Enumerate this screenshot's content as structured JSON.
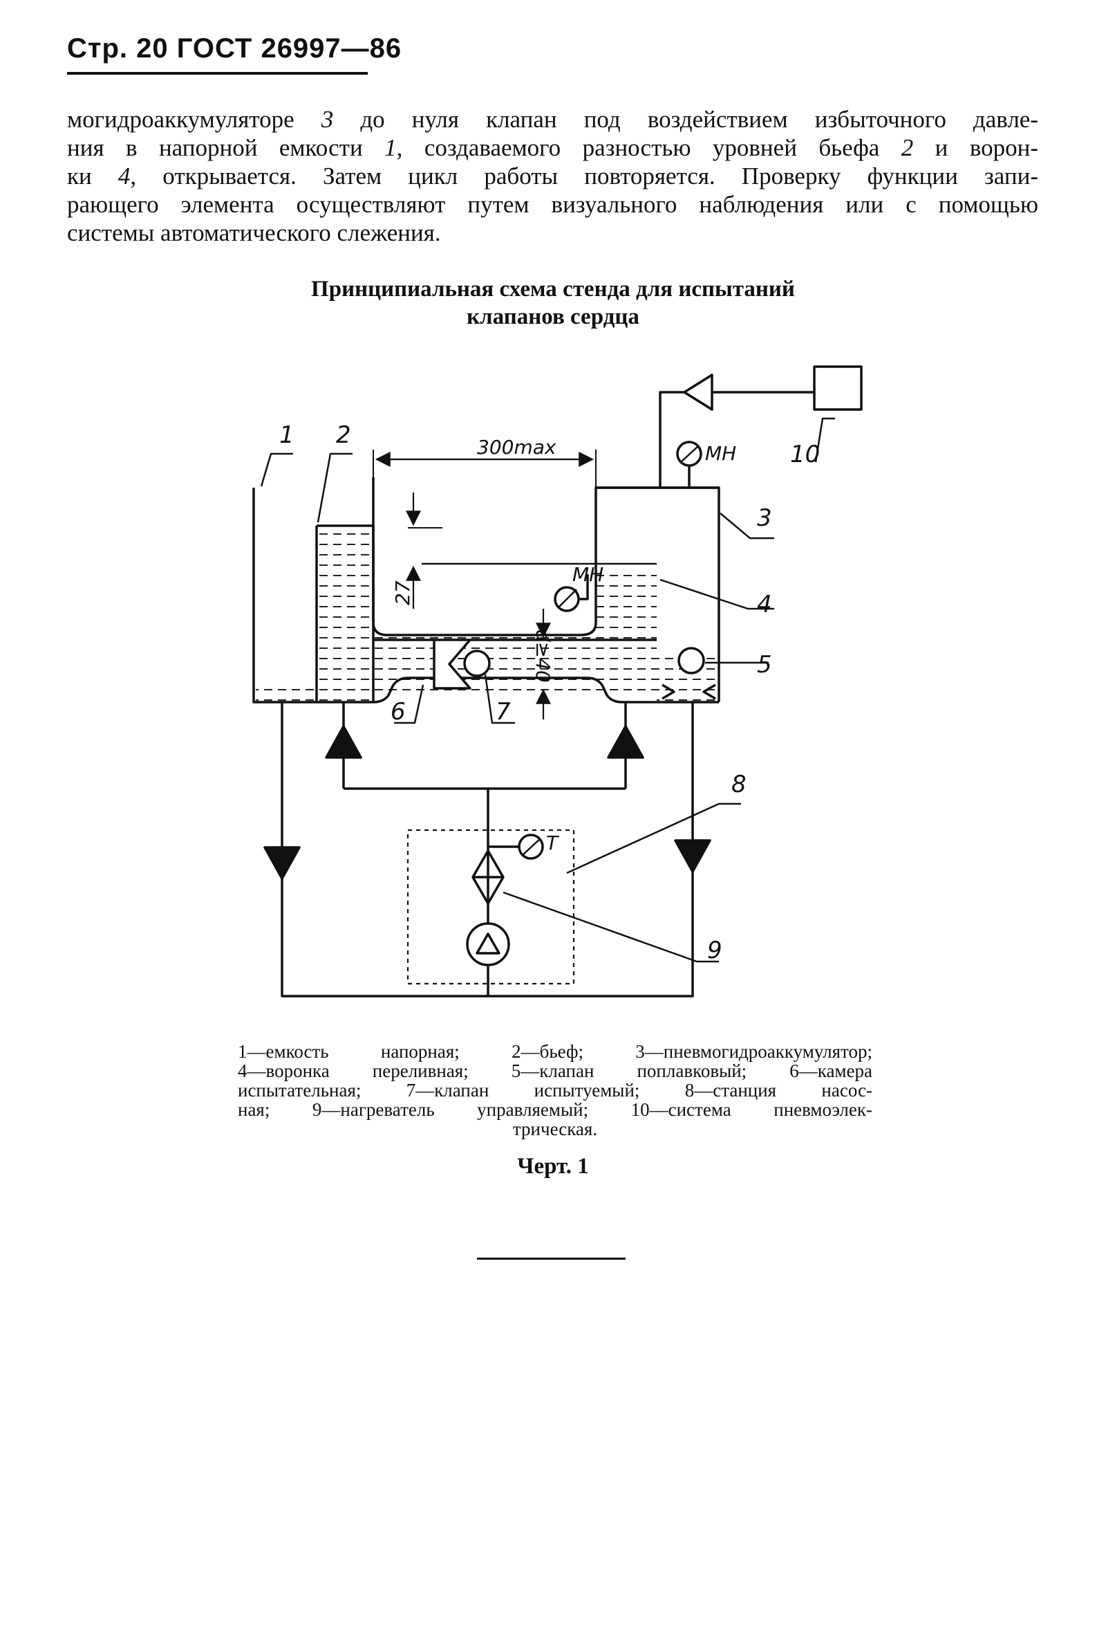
{
  "header": {
    "page_ref": "Стр. 20 ГОСТ 26997—86"
  },
  "body": {
    "l1a": "могидроаккумуляторе ",
    "l1n": "3",
    "l1b": " до нуля клапан под воздействием избыточного давле-",
    "l2a": "ния в напорной емкости ",
    "l2n": "1",
    "l2b": ", создаваемого разностью уровней бьефа ",
    "l2n2": "2",
    "l2c": " и ворон-",
    "l3a": "ки ",
    "l3n": "4",
    "l3b": ", открывается. Затем цикл работы повторяется. Проверку функции запи-",
    "l4": "рающего элемента осуществляют путем визуального наблюдения или с помощью",
    "l5": "системы автоматического слежения."
  },
  "title": {
    "line1": "Принципиальная схема стенда для испытаний",
    "line2": "клапанов сердца"
  },
  "diagram": {
    "labels": {
      "l1": "1",
      "l2": "2",
      "l3": "3",
      "l4": "4",
      "l5": "5",
      "l6": "6",
      "l7": "7",
      "l8": "8",
      "l9": "9",
      "l10": "10"
    },
    "dim_width": "300max",
    "dim_height": "27",
    "dim_diameter": "d≥40",
    "gauge_mn": "МН",
    "gauge_t": "Т"
  },
  "legend": {
    "l1": "1—емкость напорная; 2—бьеф; 3—пневмогидроаккумулятор;",
    "l2": "4—воронка переливная; 5—клапан поплавковый; 6—камера",
    "l3": "испытательная; 7—клапан испытуемый; 8—станция насос-",
    "l4": "ная; 9—нагреватель управляемый; 10—система пневмоэлек-",
    "l5": "трическая."
  },
  "figure_label": "Черт. 1"
}
